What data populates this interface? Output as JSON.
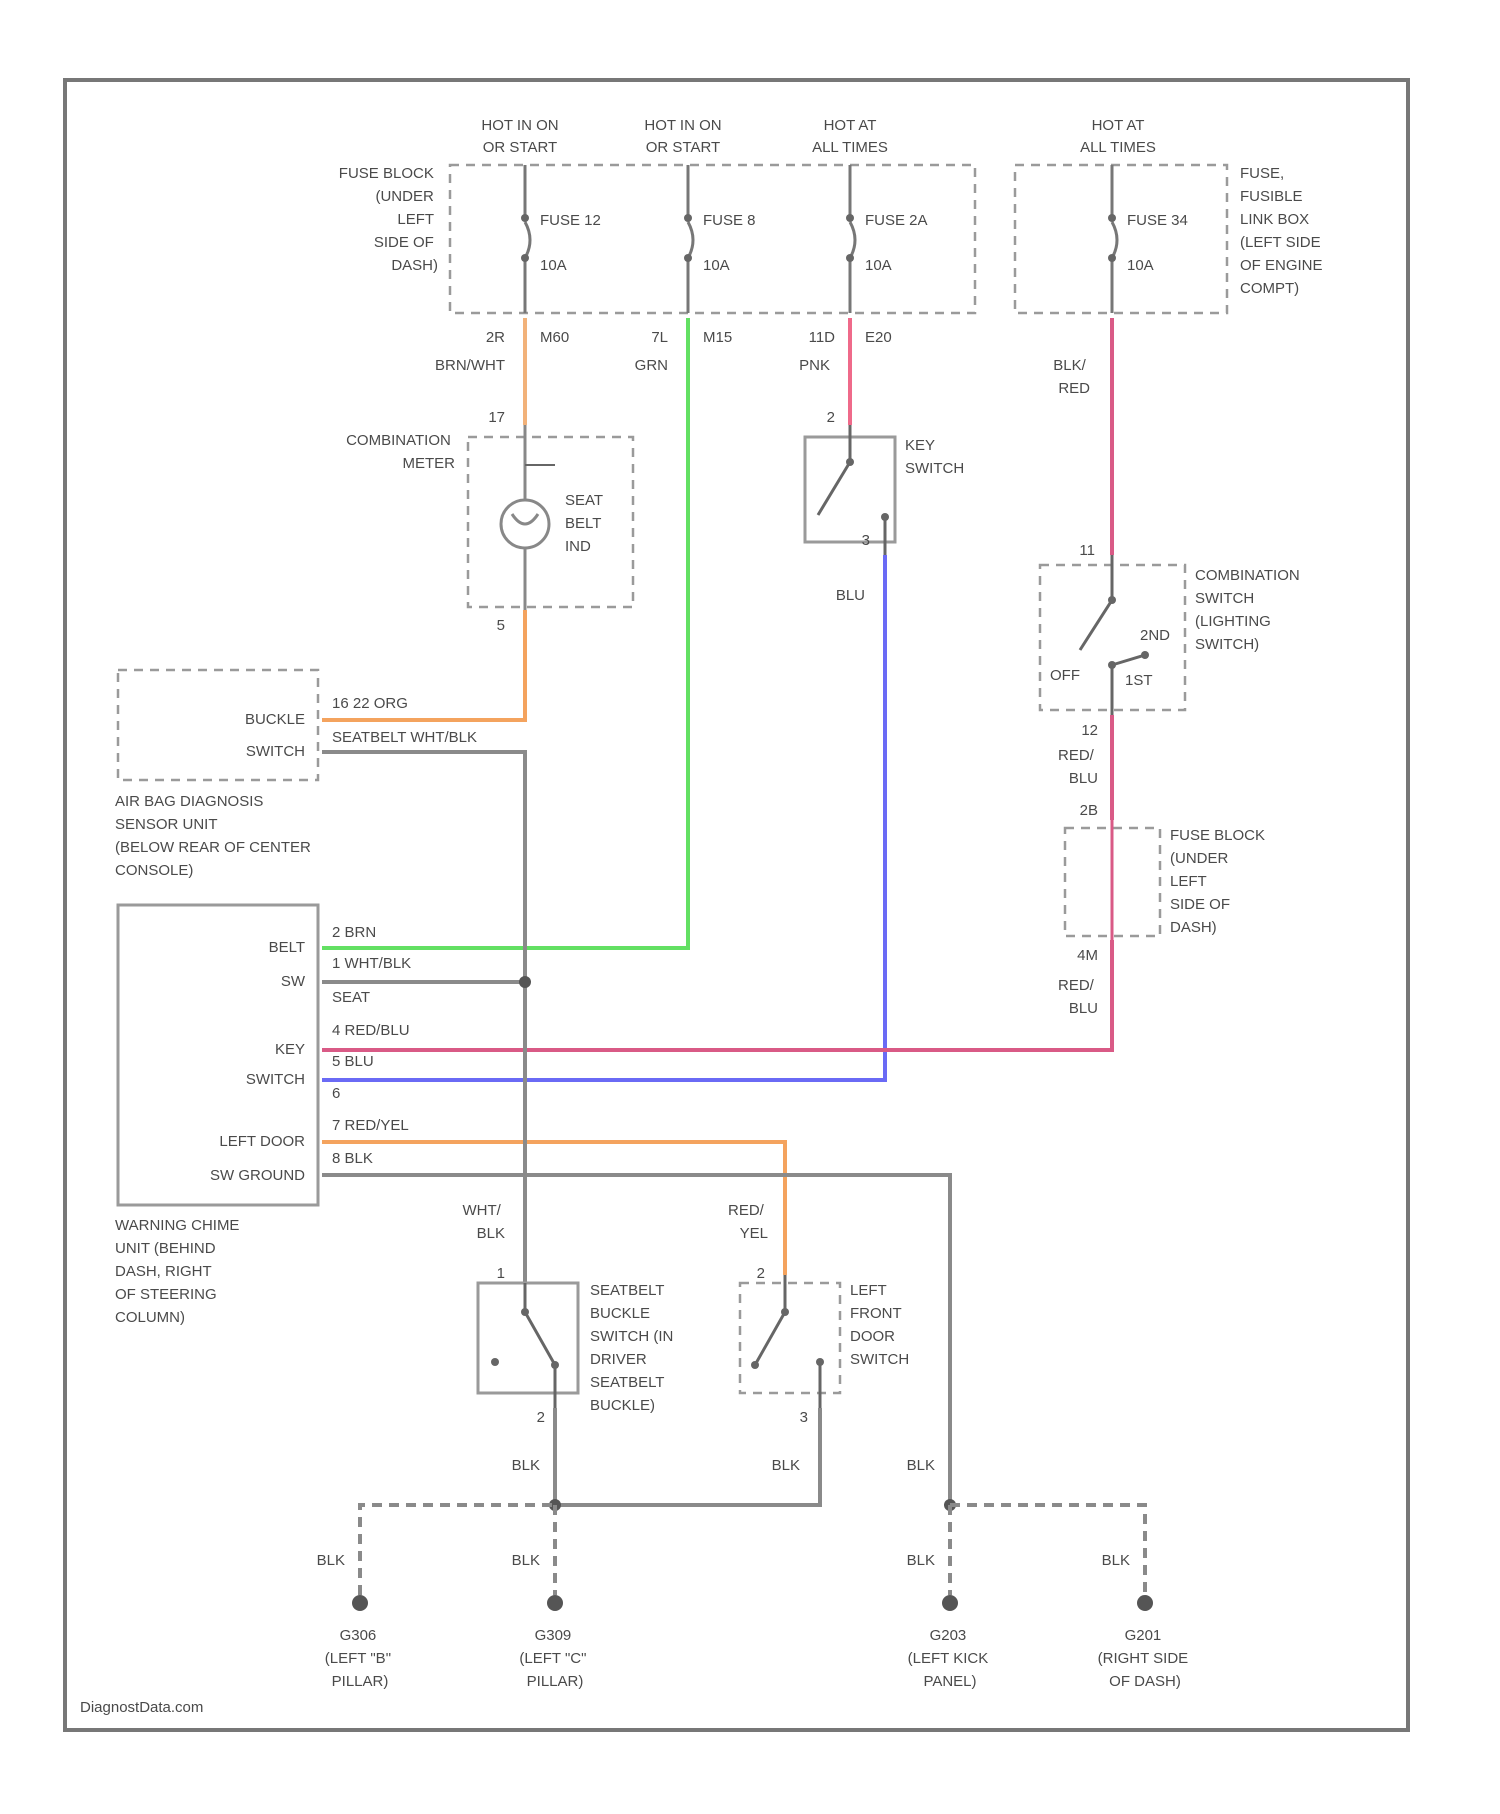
{
  "watermark": "DiagnostData.com",
  "colors": {
    "brn_wht": "#f2b27a",
    "orange": "#f4a35e",
    "green": "#63e063",
    "pink": "#ef6a8a",
    "blue": "#6a6af5",
    "red_blu": "#d95a86",
    "gray": "#8a8a8a"
  },
  "power": {
    "hot1": [
      "HOT IN ON",
      "OR START"
    ],
    "hot2": [
      "HOT IN ON",
      "OR START"
    ],
    "hot3": [
      "HOT AT",
      "ALL TIMES"
    ],
    "hot4": [
      "HOT AT",
      "ALL TIMES"
    ]
  },
  "fuse_block_label": [
    "FUSE BLOCK",
    "(UNDER",
    "LEFT",
    "SIDE OF",
    "DASH)"
  ],
  "fusible_link_label": [
    "FUSE,",
    "FUSIBLE",
    "LINK BOX",
    "(LEFT SIDE",
    "OF ENGINE",
    "COMPT)"
  ],
  "fuses": [
    {
      "name": "FUSE 12",
      "rating": "10A"
    },
    {
      "name": "FUSE 8",
      "rating": "10A"
    },
    {
      "name": "FUSE 2A",
      "rating": "10A"
    },
    {
      "name": "FUSE 34",
      "rating": "10A"
    }
  ],
  "connectors": {
    "c1": [
      "2R",
      "M60"
    ],
    "c2": [
      "7L",
      "M15"
    ],
    "c3": [
      "11D",
      "E20"
    ],
    "c4": "17",
    "c5": "5",
    "c6": "2",
    "c7": "3",
    "c8": "11",
    "c9": "12",
    "c10": "2B",
    "c11": "4M",
    "c12": "1",
    "c13": "2",
    "c14": "2",
    "c15": "3"
  },
  "wires": {
    "brn_wht": "BRN/WHT",
    "grn": "GRN",
    "pnk": "PNK",
    "blk_red": [
      "BLK/",
      "RED"
    ],
    "blu": "BLU",
    "red_blu_1": [
      "RED/",
      "BLU"
    ],
    "red_blu_2": [
      "RED/",
      "BLU"
    ],
    "airbag_org": "16  22   ORG",
    "airbag_wht": "SEATBELT WHT/BLK",
    "chime_brn": "2  BRN",
    "chime_wht": "1  WHT/BLK",
    "chime_seat": "SEAT",
    "chime_red": "4  RED/BLU",
    "chime_blu": "5  BLU",
    "chime_pin6": "6",
    "chime_yel": "7    RED/YEL",
    "chime_blk": "8    BLK",
    "wht_blk": [
      "WHT/",
      "BLK"
    ],
    "red_yel": [
      "RED/",
      "YEL"
    ],
    "blk": "BLK"
  },
  "components": {
    "combination_meter": [
      "COMBINATION",
      "METER"
    ],
    "seat_belt_ind": [
      "SEAT",
      "BELT",
      "IND"
    ],
    "key_switch": [
      "KEY",
      "SWITCH"
    ],
    "combo_switch": [
      "COMBINATION",
      "SWITCH",
      "(LIGHTING",
      "SWITCH)"
    ],
    "sw_off": "OFF",
    "sw_2nd": "2ND",
    "sw_1st": "1ST",
    "fuse_block_2": [
      "FUSE BLOCK",
      "(UNDER",
      "LEFT",
      "SIDE OF",
      "DASH)"
    ],
    "airbag_pins": [
      "BUCKLE",
      "SWITCH"
    ],
    "airbag_unit": [
      "AIR BAG DIAGNOSIS",
      "SENSOR UNIT",
      "(BELOW REAR OF CENTER",
      "CONSOLE)"
    ],
    "chime_pins": [
      "BELT",
      "SW",
      "KEY",
      "SWITCH",
      "LEFT DOOR",
      "SW GROUND"
    ],
    "chime_unit": [
      "WARNING CHIME",
      "UNIT (BEHIND",
      "DASH, RIGHT",
      "OF STEERING",
      "COLUMN)"
    ],
    "buckle_switch": [
      "SEATBELT",
      "BUCKLE",
      "SWITCH (IN",
      "DRIVER",
      "SEATBELT",
      "BUCKLE)"
    ],
    "door_switch": [
      "LEFT",
      "FRONT",
      "DOOR",
      "SWITCH"
    ]
  },
  "grounds": [
    {
      "id": "G306",
      "loc": [
        "(LEFT \"B\"",
        "PILLAR)"
      ]
    },
    {
      "id": "G309",
      "loc": [
        "(LEFT \"C\"",
        "PILLAR)"
      ]
    },
    {
      "id": "G203",
      "loc": [
        "(LEFT KICK",
        "PANEL)"
      ]
    },
    {
      "id": "G201",
      "loc": [
        "(RIGHT SIDE",
        "OF DASH)"
      ]
    }
  ]
}
